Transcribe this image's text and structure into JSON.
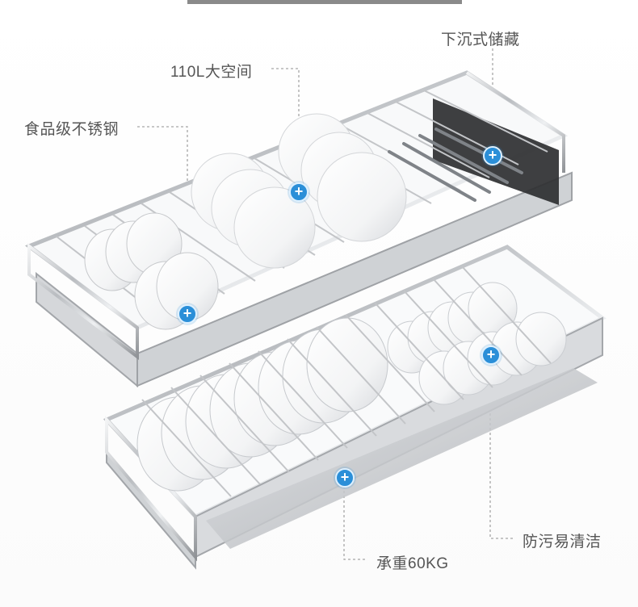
{
  "labels": {
    "capacity": "110L大空间",
    "sunken_storage": "下沉式储藏",
    "stainless": "食品级不锈钢",
    "easy_clean": "防污易清洁",
    "load": "承重60KG"
  },
  "hotspot_symbol": "+",
  "colors": {
    "hotspot": "#2b8fd8",
    "text": "#555555",
    "steel": "#b7b9bc",
    "dark_steel": "#8d8f93"
  }
}
